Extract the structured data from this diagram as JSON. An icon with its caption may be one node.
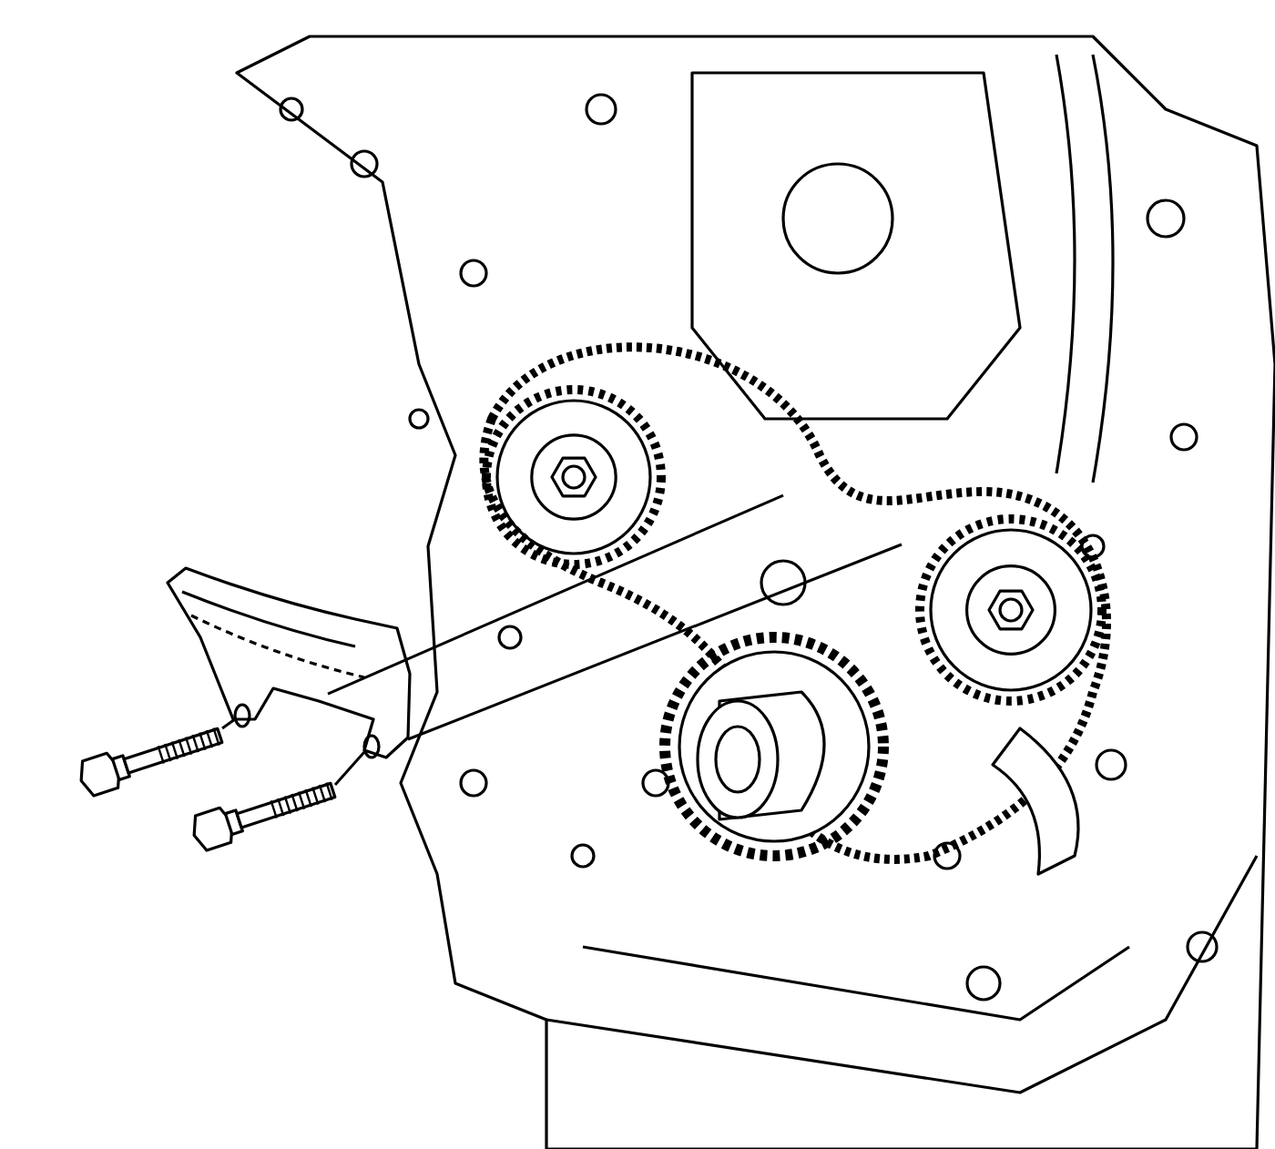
{
  "diagram": {
    "nodes": [
      {
        "text": [],
        "shape": "picture"
      },
      {
        "text": [],
        "shape": "picture"
      },
      {
        "text": [],
        "shape": "picture"
      },
      {
        "text": [],
        "shape": "picture"
      }
    ],
    "edges": [
      {
        "from": 2,
        "to": 1,
        "arrow": "none"
      },
      {
        "from": 3,
        "to": 1,
        "arrow": "none"
      },
      {
        "from": 1,
        "to": 0,
        "arrow": "none"
      },
      {
        "from": 1,
        "to": 0,
        "arrow": "none"
      }
    ]
  }
}
